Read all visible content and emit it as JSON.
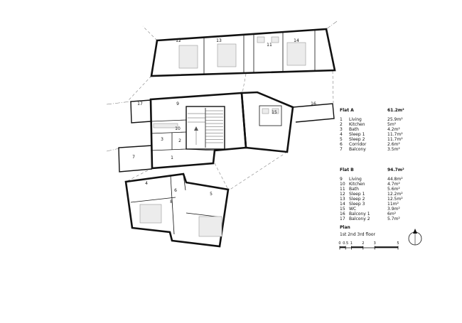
{
  "sheet": {
    "background": "#ffffff",
    "ink": "#111111"
  },
  "flat_a": {
    "title": "Flat A",
    "area": "61.2m²",
    "items": [
      {
        "no": "1",
        "label": "Living",
        "area": "25.9m²"
      },
      {
        "no": "2",
        "label": "Kitchen",
        "area": "5m²"
      },
      {
        "no": "3",
        "label": "Bath",
        "area": "4.2m²"
      },
      {
        "no": "4",
        "label": "Sleep 1",
        "area": "11.7m²"
      },
      {
        "no": "5",
        "label": "Sleep 2",
        "area": "11.7m²"
      },
      {
        "no": "6",
        "label": "Corridor",
        "area": "2.6m²"
      },
      {
        "no": "7",
        "label": "Balcony",
        "area": "3.5m²"
      }
    ]
  },
  "flat_b": {
    "title": "Flat B",
    "area": "94.7m²",
    "items": [
      {
        "no": "9",
        "label": "Living",
        "area": "44.8m²"
      },
      {
        "no": "10",
        "label": "Kitchen",
        "area": "4.7m²"
      },
      {
        "no": "11",
        "label": "Bath",
        "area": "5.6m²"
      },
      {
        "no": "12",
        "label": "Sleep 1",
        "area": "12.2m²"
      },
      {
        "no": "13",
        "label": "Sleep 2",
        "area": "12.5m²"
      },
      {
        "no": "14",
        "label": "Sleep 3",
        "area": "11m²"
      },
      {
        "no": "15",
        "label": "WC",
        "area": "3.9m²"
      },
      {
        "no": "16",
        "label": "Balcony 1",
        "area": "6m²"
      },
      {
        "no": "17",
        "label": "Balcony 2",
        "area": "5.7m²"
      }
    ]
  },
  "plan_info": {
    "title": "Plan",
    "subtitle": "1st 2nd 3rd floor"
  },
  "scale": {
    "labels": [
      "0",
      "0.5",
      "1",
      "2",
      "3",
      "5"
    ]
  },
  "plan": {
    "room_numbers": [
      "1",
      "2",
      "3",
      "4",
      "5",
      "6",
      "7",
      "8",
      "9",
      "10",
      "11",
      "12",
      "13",
      "14",
      "15",
      "16",
      "17"
    ]
  }
}
